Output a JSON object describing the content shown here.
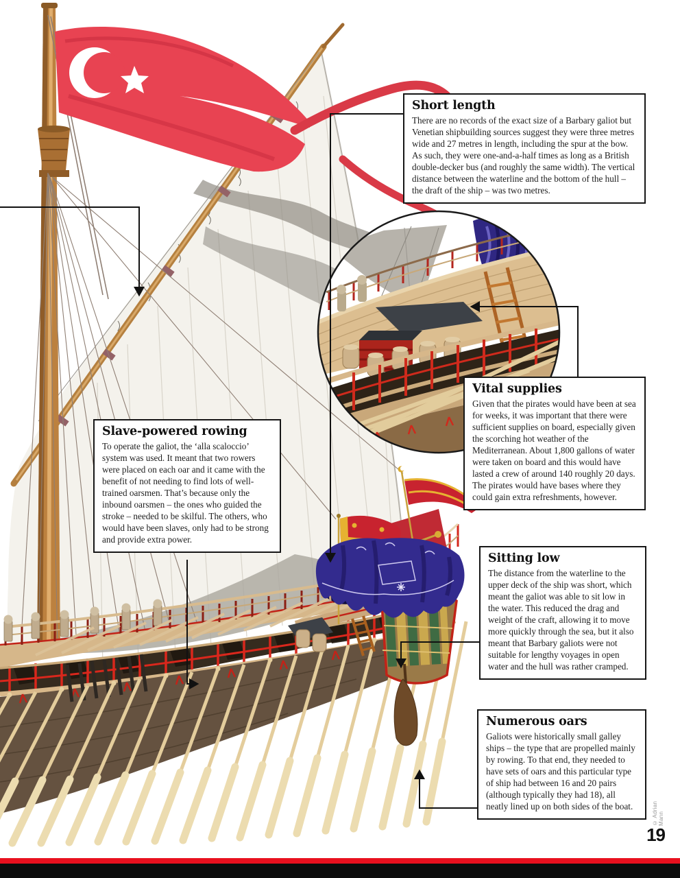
{
  "page": {
    "number": "19",
    "credit": "© Adrian Mann"
  },
  "callouts": [
    {
      "id": "short-length",
      "title": "Short length",
      "body": "There are no records of the exact size of a Barbary galiot but Venetian shipbuilding sources suggest they were three metres wide and 27 metres in length, including the spur at the bow. As such, they were one-and-a-half times as long as a British double-decker bus (and roughly the same width). The vertical distance between the waterline and the bottom of the hull – the draft of the ship – was two metres."
    },
    {
      "id": "vital-supplies",
      "title": "Vital supplies",
      "body": "Given that the pirates would have been at sea for weeks, it was important that there were sufficient supplies on board, especially given the scorching hot weather of the Mediterranean. About 1,800 gallons of water were taken on board and this would have lasted a crew of around 140 roughly 20 days. The pirates would have bases where they could gain extra refreshments, however."
    },
    {
      "id": "slave-powered-rowing",
      "title": "Slave-powered rowing",
      "body": "To operate the galiot, the ‘alla scaloccio’ system was used. It meant that two rowers were placed on each oar and it came with the benefit of not needing to find lots of well-trained oarsmen. That’s because only the inbound oarsmen – the ones who guided the stroke – needed to be skilful. The others, who would have been slaves, only had to be strong and provide extra power."
    },
    {
      "id": "sitting-low",
      "title": "Sitting low",
      "body": "The distance from the waterline to the upper deck of the ship was short, which meant the galiot was able to sit low in the water. This reduced the drag and weight of the craft, allowing it to move more quickly through the sea, but it also meant that Barbary galiots were not suitable for lengthy voyages in open water and the hull was rather cramped."
    },
    {
      "id": "numerous-oars",
      "title": "Numerous oars",
      "body": "Galiots were historically small galley ships – the type that are propelled mainly by rowing. To that end, they needed to have sets of oars and this particular type of ship had between 16 and 20 pairs (although typically they had 18), all neatly lined up on both sides of the boat."
    }
  ],
  "illustration": {
    "subject": "Barbary galiot pirate galley, cutaway illustration with magnified deck inset",
    "flag": "Ottoman red flag with white crescent and star",
    "colors": {
      "flag_red": "#e84352",
      "sail": "#f4f2ec",
      "mast_wood": "#bc813f",
      "deck_wood": "#d9ba8c",
      "stanchion_red": "#d9271c",
      "canopy_blue": "#332b8e",
      "hull_dark": "#655240",
      "footer_red": "#e8101e"
    }
  }
}
